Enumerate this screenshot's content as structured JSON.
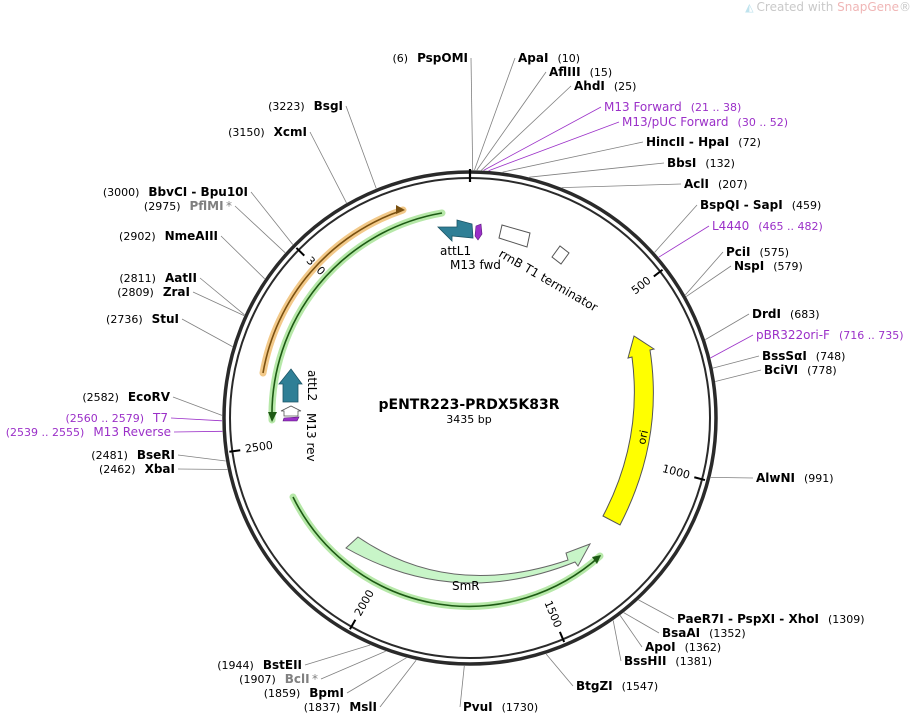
{
  "watermark": {
    "prefix": "Created with ",
    "brand": "SnapGene",
    "mark": "®"
  },
  "map": {
    "name": "pENTR223-PRDX5K83R",
    "length_label": "3435 bp",
    "length": 3435,
    "ticks": [
      "500",
      "1000",
      "1500",
      "2000",
      "2500",
      "3000"
    ],
    "colors": {
      "text": "#000000",
      "feature": "#9b30c8",
      "gray": "#808080",
      "backbone": "#2a2a2a",
      "attl": "#2f7f96",
      "ori": "#ffff00",
      "smr": "#c8f5c8",
      "orf_green": "#1f8a1f",
      "orf_orange": "#d08d20"
    }
  },
  "enzymes": [
    {
      "name": "PspOMI",
      "pos": "(6)",
      "side": "left"
    },
    {
      "name": "ApaI",
      "pos": "(10)",
      "side": "right"
    },
    {
      "name": "AflIII",
      "pos": "(15)",
      "side": "right"
    },
    {
      "name": "AhdI",
      "pos": "(25)",
      "side": "right"
    },
    {
      "name": "M13 Forward",
      "pos": "(21 .. 38)",
      "side": "right",
      "kind": "feature"
    },
    {
      "name": "M13/pUC Forward",
      "pos": "(30 .. 52)",
      "side": "right",
      "kind": "feature"
    },
    {
      "name": "HincII - HpaI",
      "pos": "(72)",
      "side": "right"
    },
    {
      "name": "BbsI",
      "pos": "(132)",
      "side": "right"
    },
    {
      "name": "AclI",
      "pos": "(207)",
      "side": "right"
    },
    {
      "name": "BspQI - SapI",
      "pos": "(459)",
      "side": "right"
    },
    {
      "name": "L4440",
      "pos": "(465 .. 482)",
      "side": "right",
      "kind": "feature"
    },
    {
      "name": "PciI",
      "pos": "(575)",
      "side": "right"
    },
    {
      "name": "NspI",
      "pos": "(579)",
      "side": "right"
    },
    {
      "name": "DrdI",
      "pos": "(683)",
      "side": "right"
    },
    {
      "name": "pBR322ori-F",
      "pos": "(716 .. 735)",
      "side": "right",
      "kind": "feature"
    },
    {
      "name": "BssSαI",
      "pos": "(748)",
      "side": "right"
    },
    {
      "name": "BciVI",
      "pos": "(778)",
      "side": "right"
    },
    {
      "name": "AlwNI",
      "pos": "(991)",
      "side": "right"
    },
    {
      "name": "PaeR7I - PspXI - XhoI",
      "pos": "(1309)",
      "side": "right"
    },
    {
      "name": "BsaAI",
      "pos": "(1352)",
      "side": "right"
    },
    {
      "name": "ApoI",
      "pos": "(1362)",
      "side": "right"
    },
    {
      "name": "BssHII",
      "pos": "(1381)",
      "side": "right"
    },
    {
      "name": "BtgZI",
      "pos": "(1547)",
      "side": "right"
    },
    {
      "name": "PvuI",
      "pos": "(1730)",
      "side": "right"
    },
    {
      "name": "MslI",
      "pos": "(1837)",
      "side": "left"
    },
    {
      "name": "BpmI",
      "pos": "(1859)",
      "side": "left"
    },
    {
      "name": "BclI",
      "pos": "(1907)",
      "side": "left",
      "kind": "gray",
      "star": "*"
    },
    {
      "name": "BstEII",
      "pos": "(1944)",
      "side": "left"
    },
    {
      "name": "XbaI",
      "pos": "(2462)",
      "side": "left"
    },
    {
      "name": "BseRI",
      "pos": "(2481)",
      "side": "left"
    },
    {
      "name": "M13 Reverse",
      "pos": "(2539 .. 2555)",
      "side": "left",
      "kind": "feature"
    },
    {
      "name": "T7",
      "pos": "(2560 .. 2579)",
      "side": "left",
      "kind": "feature"
    },
    {
      "name": "EcoRV",
      "pos": "(2582)",
      "side": "left"
    },
    {
      "name": "StuI",
      "pos": "(2736)",
      "side": "left"
    },
    {
      "name": "ZraI",
      "pos": "(2809)",
      "side": "left"
    },
    {
      "name": "AatII",
      "pos": "(2811)",
      "side": "left"
    },
    {
      "name": "NmeAIII",
      "pos": "(2902)",
      "side": "left"
    },
    {
      "name": "PflMI",
      "pos": "(2975)",
      "side": "left",
      "kind": "gray",
      "star": "*"
    },
    {
      "name": "BbvCI - Bpu10I",
      "pos": "(3000)",
      "side": "left"
    },
    {
      "name": "XcmI",
      "pos": "(3150)",
      "side": "left"
    },
    {
      "name": "BsgI",
      "pos": "(3223)",
      "side": "left"
    }
  ],
  "features": [
    {
      "name": "attL1"
    },
    {
      "name": "M13 fwd"
    },
    {
      "name": "rrnB T1 terminator"
    },
    {
      "name": "ori"
    },
    {
      "name": "SmR"
    },
    {
      "name": "attL2"
    },
    {
      "name": "M13 rev"
    }
  ]
}
